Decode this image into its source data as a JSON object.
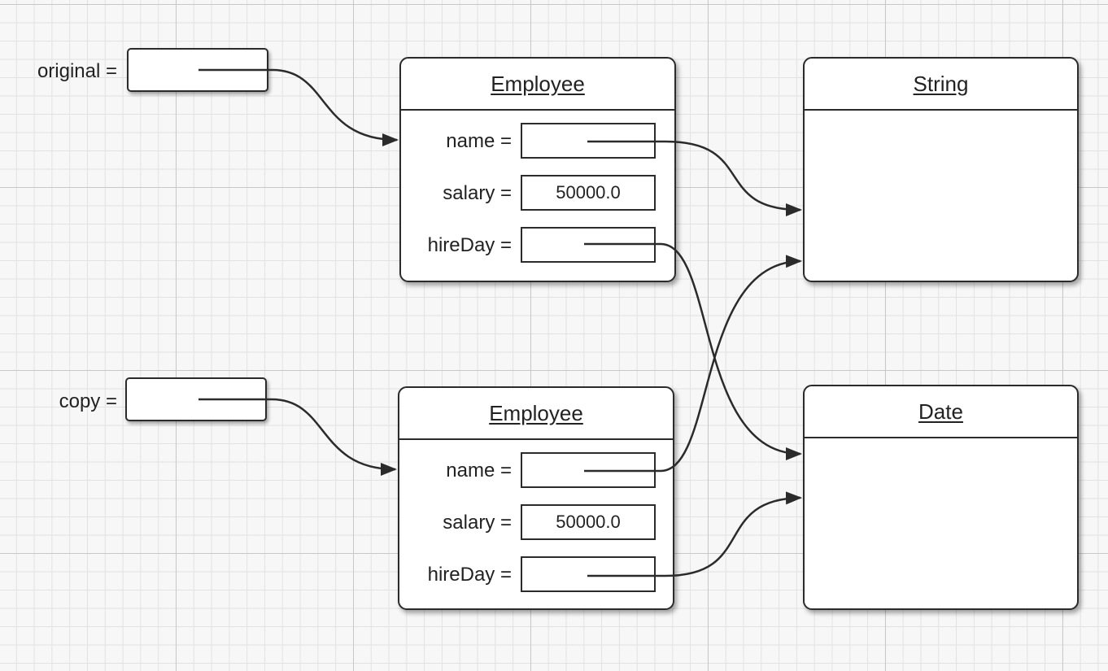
{
  "variables": {
    "original": {
      "label": "original ="
    },
    "copy": {
      "label": "copy ="
    }
  },
  "employee_top": {
    "title": "Employee",
    "fields": {
      "name": "name =",
      "salary": "salary =",
      "hireDay": "hireDay ="
    },
    "salary_value": "50000.0"
  },
  "employee_bottom": {
    "title": "Employee",
    "fields": {
      "name": "name =",
      "salary": "salary =",
      "hireDay": "hireDay ="
    },
    "salary_value": "50000.0"
  },
  "string_object": {
    "title": "String"
  },
  "date_object": {
    "title": "Date"
  },
  "colors": {
    "line": "#2b2b2b",
    "grid_major": "#c8c8c8",
    "grid_minor": "#e2e2e2"
  }
}
